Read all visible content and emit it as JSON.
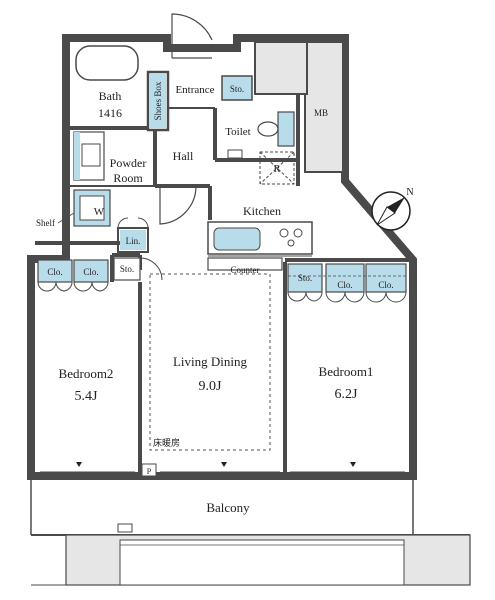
{
  "rooms": {
    "bath": {
      "name": "Bath",
      "size": "1416"
    },
    "shoes_box": "Shoes Box",
    "entrance": "Entrance",
    "sto_entrance": "Sto.",
    "toilet": "Toilet",
    "mb": "MB",
    "powder_room": {
      "line1": "Powder",
      "line2": "Room"
    },
    "hall": "Hall",
    "refrigerator": "R",
    "kitchen": "Kitchen",
    "shelf": "Shelf",
    "washer": "W",
    "linen": "Lin.",
    "counter": "Counter",
    "clo_left_1": "Clo.",
    "clo_left_2": "Clo.",
    "sto_left": "Sto.",
    "sto_right": "Sto.",
    "clo_right_1": "Clo.",
    "clo_right_2": "Clo.",
    "living": {
      "name": "Living Dining",
      "size": "9.0J"
    },
    "floor_heating": "床暖房",
    "bedroom2": {
      "name": "Bedroom2",
      "size": "5.4J"
    },
    "bedroom1": {
      "name": "Bedroom1",
      "size": "6.2J"
    },
    "pipe": "P",
    "balcony": "Balcony"
  },
  "compass": {
    "north": "N"
  },
  "colors": {
    "wall": "#4a4a4a",
    "wall_fill": "#e6e6e6",
    "fixture_blue": "#b9dcea",
    "dashed": "#555555"
  }
}
